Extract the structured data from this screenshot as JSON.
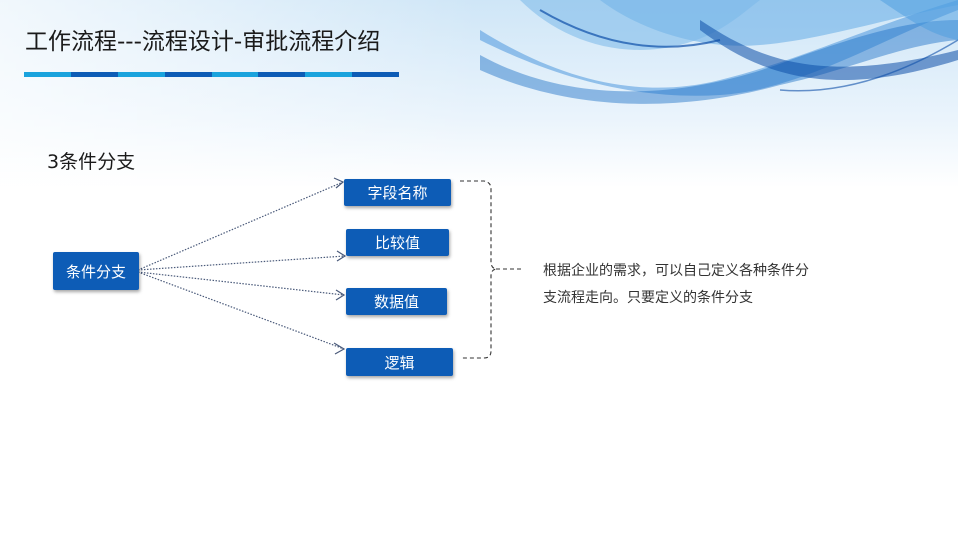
{
  "slide": {
    "title": "工作流程---流程设计-审批流程介绍",
    "title_bar_colors": [
      "#1aa3dd",
      "#0d5cb6",
      "#1aa3dd",
      "#0d5cb6",
      "#1aa3dd",
      "#0d5cb6",
      "#1aa3dd",
      "#0d5cb6"
    ],
    "section_title": "3条件分支"
  },
  "diagram": {
    "root": {
      "label": "条件分支"
    },
    "branches": [
      {
        "label": "字段名称"
      },
      {
        "label": "比较值"
      },
      {
        "label": "数据值"
      },
      {
        "label": "逻辑"
      }
    ],
    "description": "根据企业的需求，可以自己定义各种条件分支流程走向。只要定义的条件分支"
  },
  "colors": {
    "node_fill": "#0d5cb6",
    "node_text": "#ffffff",
    "accent_light": "#1aa3dd",
    "arrow": "#4a5a7a",
    "bracket": "#333333"
  }
}
